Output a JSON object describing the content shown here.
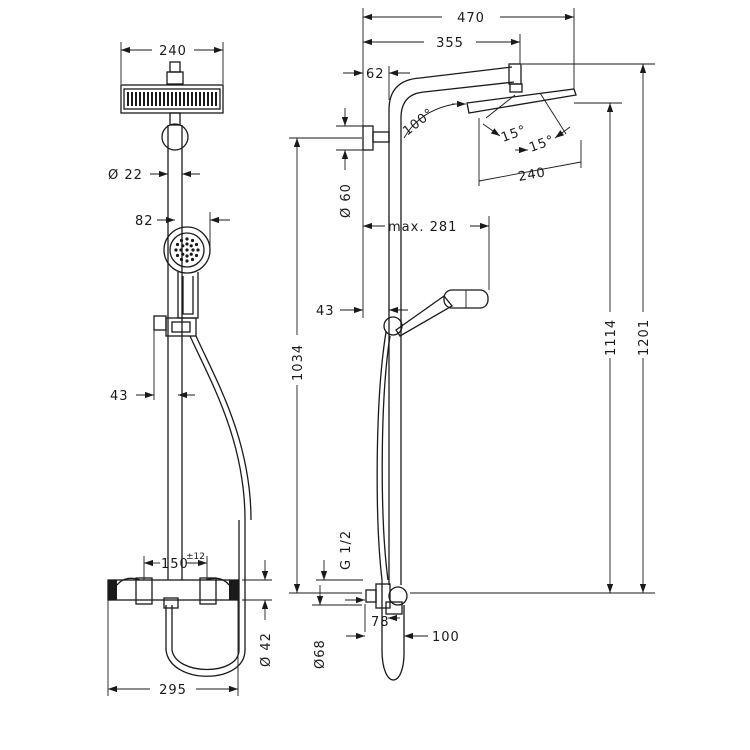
{
  "labels": {
    "front_width_240": "240",
    "front_dia_22": "Ø 22",
    "front_82": "82",
    "front_43": "43",
    "front_150": "150",
    "front_150_tol": "±12",
    "front_dia_42": "Ø 42",
    "front_295": "295",
    "side_470": "470",
    "side_355": "355",
    "side_62": "62",
    "side_100deg": "100°",
    "side_15deg_a": "15°",
    "side_15deg_b": "15°",
    "side_240": "240",
    "side_dia_60": "Ø 60",
    "side_max_281": "max. 281",
    "side_43": "43",
    "side_1034": "1034",
    "side_1114": "1114",
    "side_1201": "1201",
    "side_g12": "G 1/2",
    "side_dia_68": "Ø68",
    "side_78": "78",
    "side_100": "100"
  }
}
